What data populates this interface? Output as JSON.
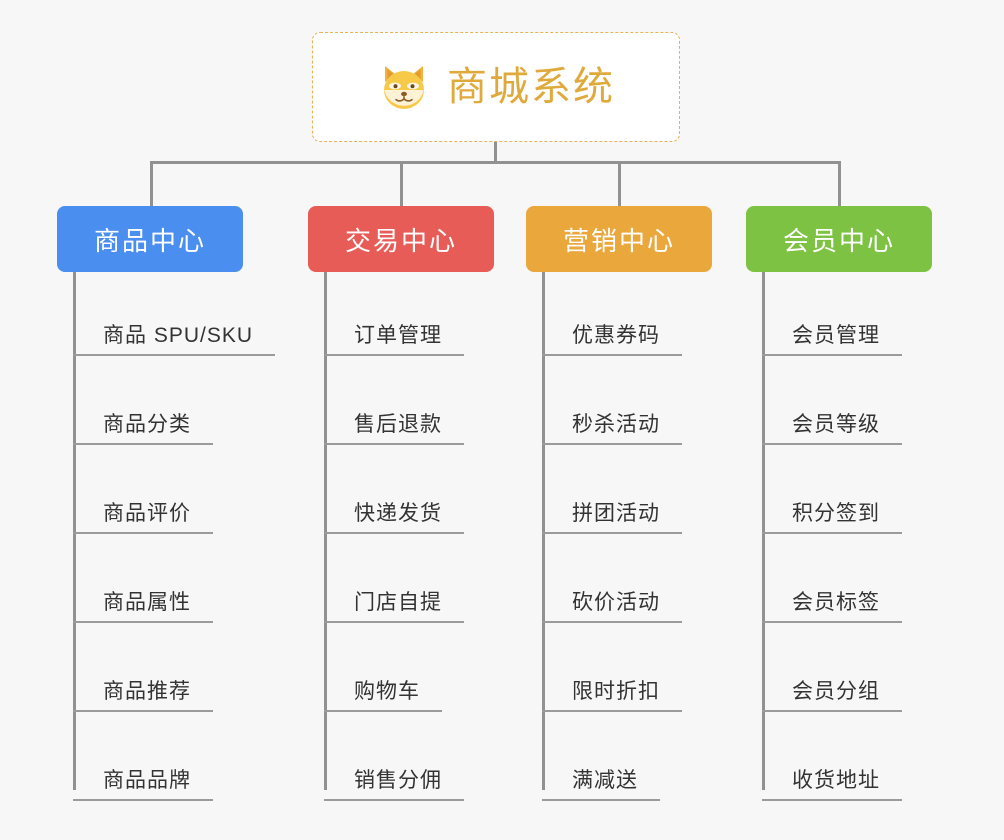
{
  "diagram": {
    "root": {
      "title": "商城系统",
      "icon": "shiba-dog-icon",
      "border_color": "#e9b254",
      "text_color": "#e0a93b"
    },
    "background_color": "#f7f7f7",
    "connector_color": "#919191",
    "branches": [
      {
        "label": "商品中心",
        "color": "#4a8ef0",
        "items": [
          "商品 SPU/SKU",
          "商品分类",
          "商品评价",
          "商品属性",
          "商品推荐",
          "商品品牌"
        ]
      },
      {
        "label": "交易中心",
        "color": "#e85c57",
        "items": [
          "订单管理",
          "售后退款",
          "快递发货",
          "门店自提",
          "购物车",
          "销售分佣"
        ]
      },
      {
        "label": "营销中心",
        "color": "#eaa73c",
        "items": [
          "优惠券码",
          "秒杀活动",
          "拼团活动",
          "砍价活动",
          "限时折扣",
          "满减送"
        ]
      },
      {
        "label": "会员中心",
        "color": "#7dc242",
        "items": [
          "会员管理",
          "会员等级",
          "积分签到",
          "会员标签",
          "会员分组",
          "收货地址"
        ]
      }
    ]
  }
}
